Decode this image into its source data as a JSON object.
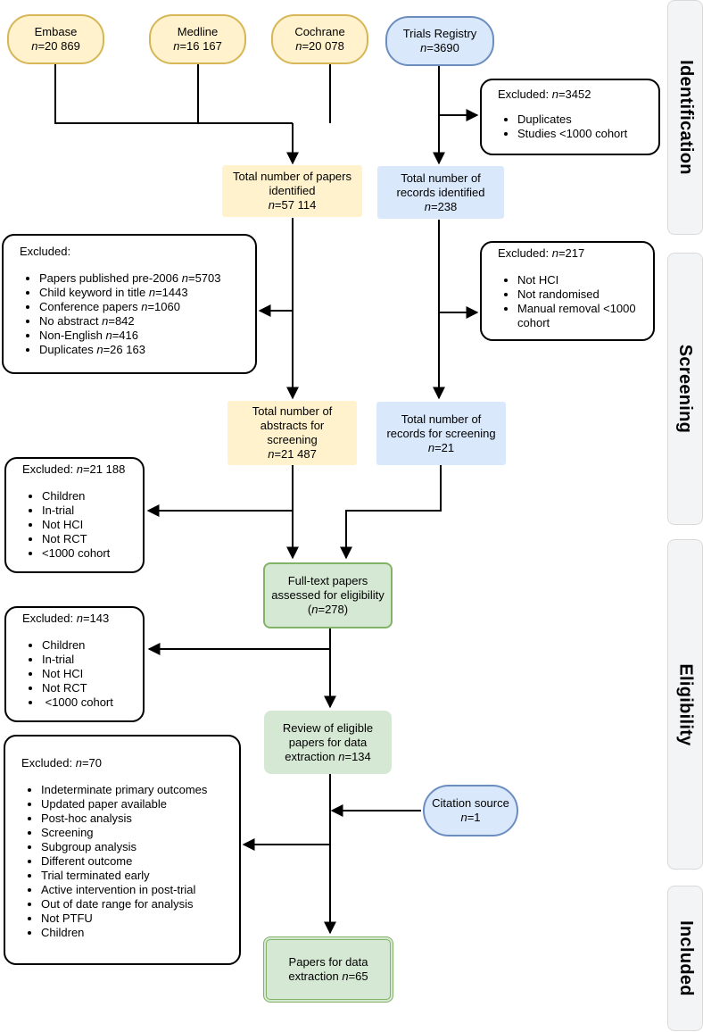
{
  "phases": [
    {
      "label": "Identification"
    },
    {
      "label": "Screening"
    },
    {
      "label": "Eligibility"
    },
    {
      "label": "Included"
    }
  ],
  "sources": {
    "embase": {
      "name": "Embase",
      "n": "20 869"
    },
    "medline": {
      "name": "Medline",
      "n": "16 167"
    },
    "cochrane": {
      "name": "Cochrane",
      "n": "20 078"
    },
    "trials": {
      "name": "Trials Registry",
      "n": "3690"
    },
    "citation": {
      "name": "Citation source",
      "n": "1"
    }
  },
  "nodes": {
    "papers_identified": {
      "lines": [
        "Total number of papers",
        "identified"
      ],
      "n": "57 114"
    },
    "records_identified": {
      "lines": [
        "Total number of",
        "records identified"
      ],
      "n": "238"
    },
    "abstracts_screening": {
      "lines": [
        "Total number of",
        "abstracts for",
        "screening"
      ],
      "n": "21 487"
    },
    "records_screening": {
      "lines": [
        "Total number of",
        "records for screening"
      ],
      "n": "21"
    },
    "fulltext": {
      "lines": [
        "Full-text papers",
        "assessed for eligibility"
      ],
      "n": "278"
    },
    "review": {
      "lines": [
        "Review of eligible",
        "papers for data"
      ],
      "tail": "extraction",
      "n": "134"
    },
    "final": {
      "lines": [
        "Papers for data"
      ],
      "tail": "extraction",
      "n": "65"
    }
  },
  "exclusions": {
    "registry_dupes": {
      "title": "Excluded:",
      "n": "3452",
      "items": [
        {
          "text": "Duplicates"
        },
        {
          "text": "Studies <1000 cohort"
        }
      ]
    },
    "papers": {
      "title": "Excluded:",
      "items": [
        {
          "text": "Papers published pre-2006",
          "n": "5703"
        },
        {
          "text": "Child keyword in title",
          "n": "1443"
        },
        {
          "text": "Conference papers",
          "n": "1060"
        },
        {
          "text": "No abstract",
          "n": "842"
        },
        {
          "text": "Non-English",
          "n": "416"
        },
        {
          "text": "Duplicates",
          "n": "26 163"
        }
      ]
    },
    "records": {
      "title": "Excluded:",
      "n": "217",
      "items": [
        {
          "text": "Not HCI"
        },
        {
          "text": "Not randomised"
        },
        {
          "text": "Manual removal <1000 cohort"
        }
      ]
    },
    "abstracts": {
      "title": "Excluded:",
      "n": "21 188",
      "items": [
        {
          "text": "Children"
        },
        {
          "text": "In-trial"
        },
        {
          "text": "Not HCI"
        },
        {
          "text": "Not RCT"
        },
        {
          "text": "<1000 cohort"
        }
      ]
    },
    "fulltext": {
      "title": "Excluded:",
      "n": "143",
      "items": [
        {
          "text": "Children"
        },
        {
          "text": "In-trial"
        },
        {
          "text": "Not HCI"
        },
        {
          "text": "Not RCT"
        },
        {
          "text": " <1000 cohort"
        }
      ]
    },
    "review": {
      "title": "Excluded:",
      "n": "70",
      "items": [
        {
          "text": "Indeterminate primary outcomes"
        },
        {
          "text": "Updated paper available"
        },
        {
          "text": "Post-hoc analysis"
        },
        {
          "text": "Screening"
        },
        {
          "text": "Subgroup analysis"
        },
        {
          "text": "Different outcome"
        },
        {
          "text": "Trial terminated early"
        },
        {
          "text": "Active intervention in post-trial"
        },
        {
          "text": "Out of date range for analysis"
        },
        {
          "text": "Not PTFU"
        },
        {
          "text": "Children"
        }
      ]
    }
  },
  "labels": {
    "n_prefix": "n",
    "eq": "="
  }
}
